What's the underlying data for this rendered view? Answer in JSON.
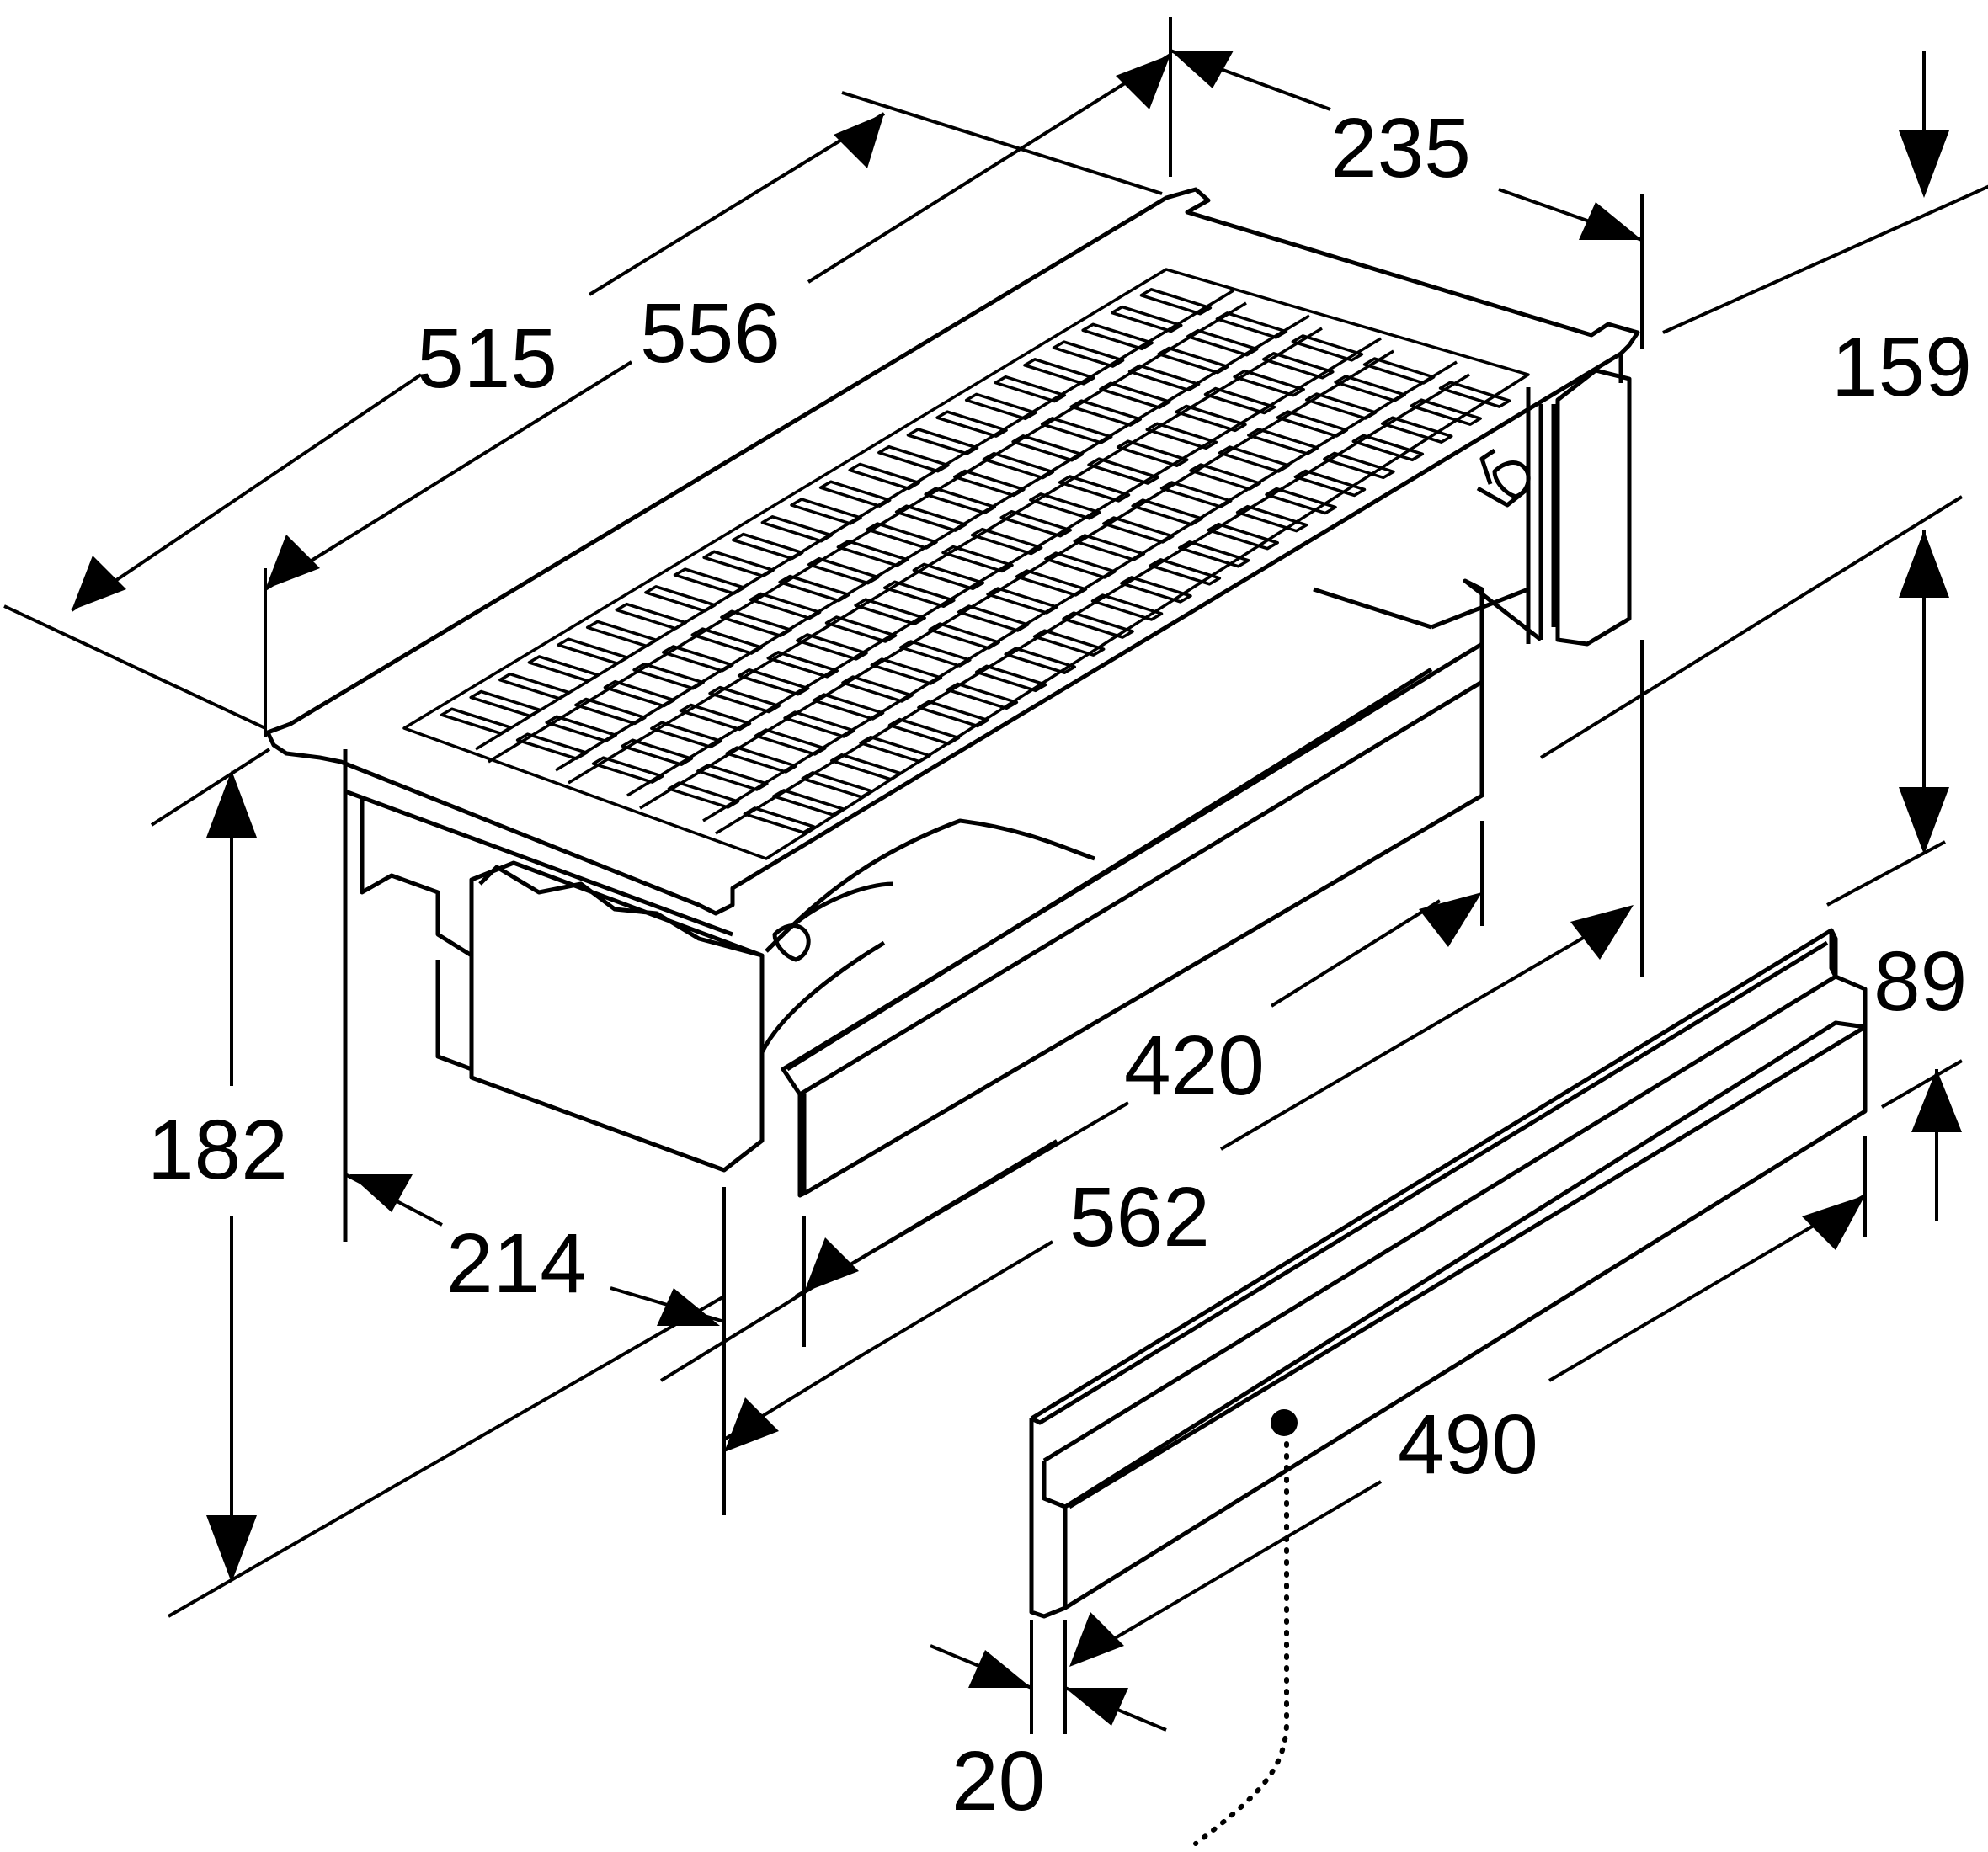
{
  "dimensions": {
    "d235": "235",
    "d515": "515",
    "d556": "556",
    "d159": "159",
    "d89": "89",
    "d420": "420",
    "d182": "182",
    "d214": "214",
    "d562": "562",
    "d490": "490",
    "d20": "20"
  }
}
